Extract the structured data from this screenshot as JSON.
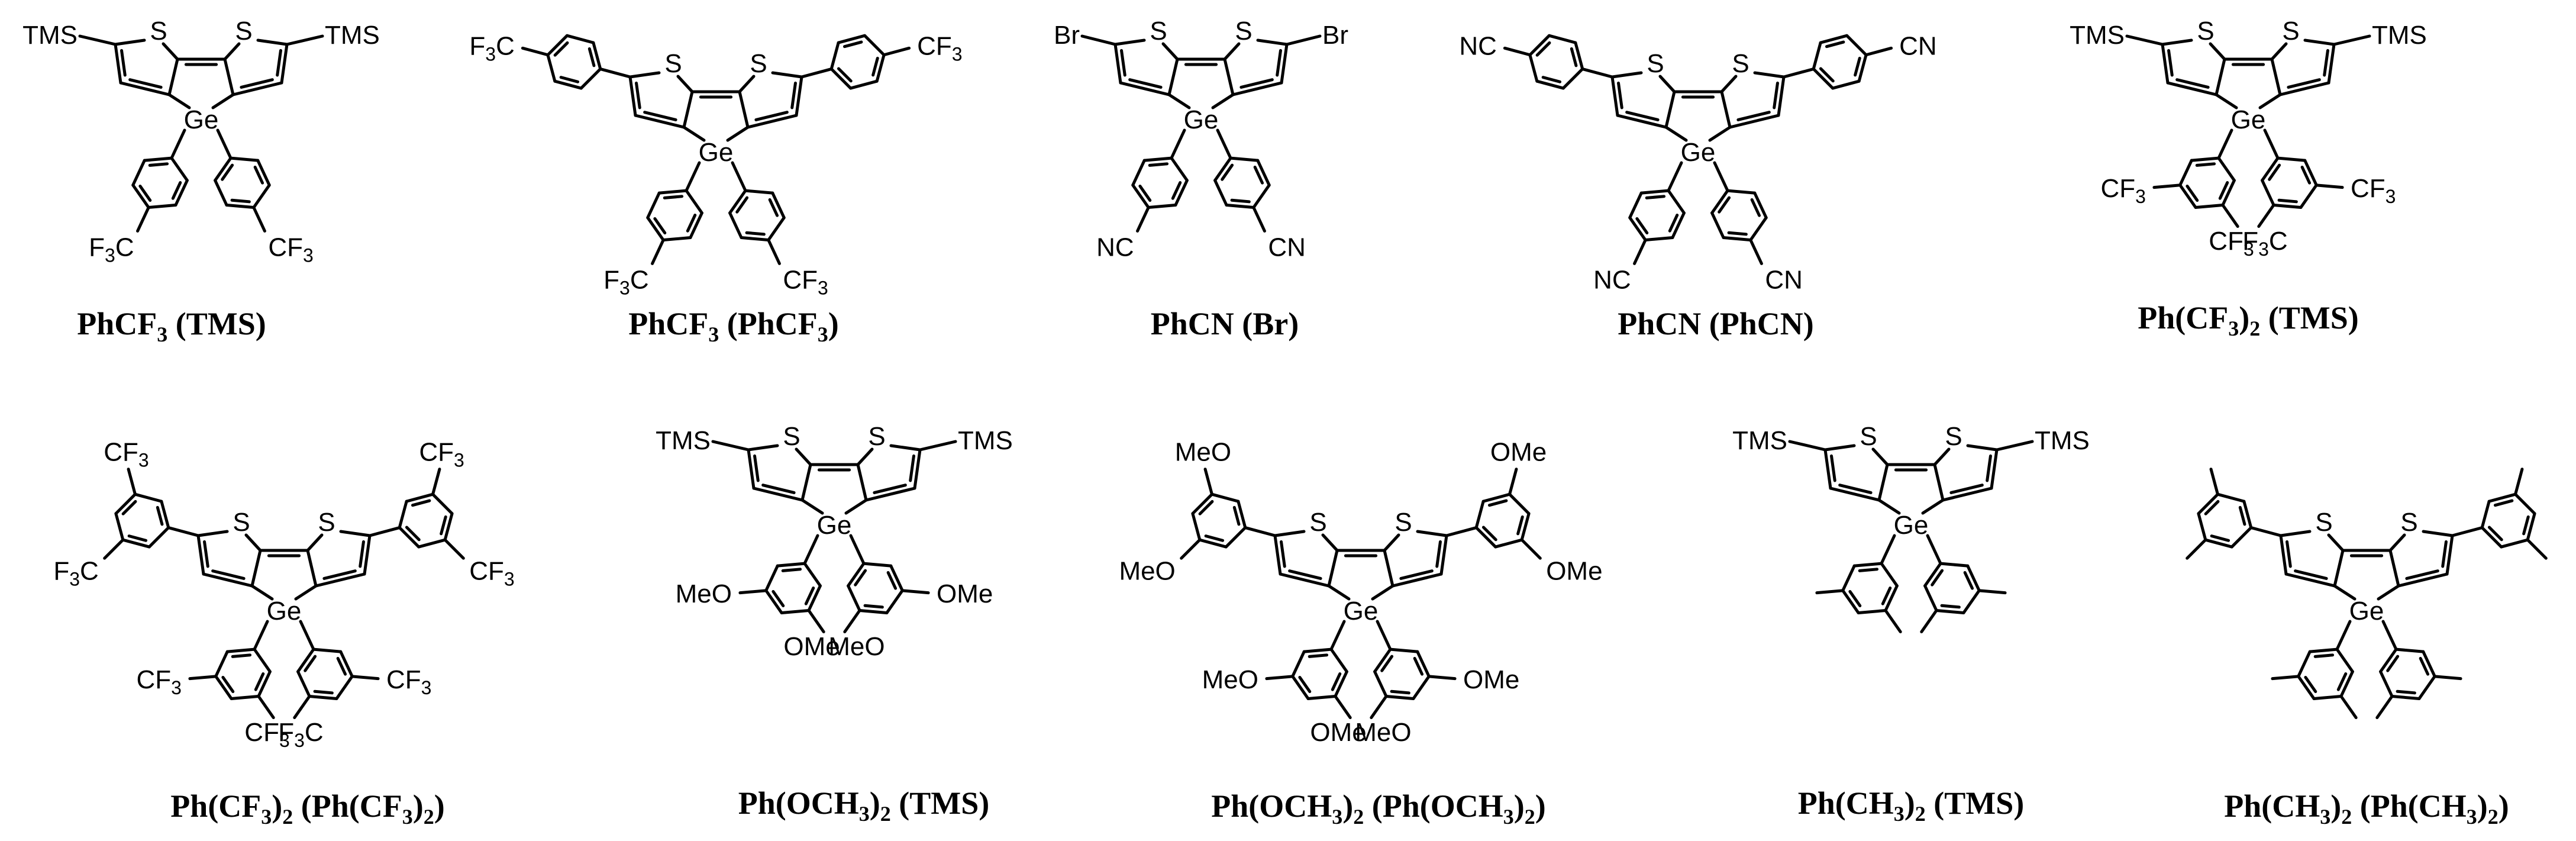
{
  "atoms": {
    "sulfur": "S",
    "germanium": "Ge",
    "tms": "TMS",
    "bromine": "Br",
    "cf3_main": "CF",
    "cf3_sub": "3",
    "f3c_f": "F",
    "f3c_sub": "3",
    "f3c_c": "C",
    "cn": "CN",
    "nc": "NC",
    "ome": "OMe",
    "meo": "MeO"
  },
  "compounds": [
    {
      "id": "c1",
      "caption": [
        {
          "t": "PhCF"
        },
        {
          "t": "3",
          "sub": true
        },
        {
          "t": " (TMS)"
        }
      ]
    },
    {
      "id": "c2",
      "caption": [
        {
          "t": "PhCF"
        },
        {
          "t": "3",
          "sub": true
        },
        {
          "t": " (PhCF"
        },
        {
          "t": "3",
          "sub": true
        },
        {
          "t": ")"
        }
      ]
    },
    {
      "id": "c3",
      "caption": [
        {
          "t": "PhCN (Br)"
        }
      ]
    },
    {
      "id": "c4",
      "caption": [
        {
          "t": "PhCN (PhCN)"
        }
      ]
    },
    {
      "id": "c5",
      "caption": [
        {
          "t": "Ph(CF"
        },
        {
          "t": "3",
          "sub": true
        },
        {
          "t": ")"
        },
        {
          "t": "2",
          "sub": true
        },
        {
          "t": " (TMS)"
        }
      ]
    },
    {
      "id": "c6",
      "caption": [
        {
          "t": "Ph(CF"
        },
        {
          "t": "3",
          "sub": true
        },
        {
          "t": ")"
        },
        {
          "t": "2",
          "sub": true
        },
        {
          "t": " (Ph(CF"
        },
        {
          "t": "3",
          "sub": true
        },
        {
          "t": ")"
        },
        {
          "t": "2",
          "sub": true
        },
        {
          "t": ")"
        }
      ]
    },
    {
      "id": "c7",
      "caption": [
        {
          "t": "Ph(OCH"
        },
        {
          "t": "3",
          "sub": true
        },
        {
          "t": ")"
        },
        {
          "t": "2",
          "sub": true
        },
        {
          "t": " (TMS)"
        }
      ]
    },
    {
      "id": "c8",
      "caption": [
        {
          "t": "Ph(OCH"
        },
        {
          "t": "3",
          "sub": true
        },
        {
          "t": ")"
        },
        {
          "t": "2",
          "sub": true
        },
        {
          "t": " (Ph(OCH"
        },
        {
          "t": "3",
          "sub": true
        },
        {
          "t": ")"
        },
        {
          "t": "2",
          "sub": true
        },
        {
          "t": ")"
        }
      ]
    },
    {
      "id": "c9",
      "caption": [
        {
          "t": "Ph(CH"
        },
        {
          "t": "3",
          "sub": true
        },
        {
          "t": ")"
        },
        {
          "t": "2",
          "sub": true
        },
        {
          "t": " (TMS)"
        }
      ]
    },
    {
      "id": "c10",
      "caption": [
        {
          "t": "Ph(CH"
        },
        {
          "t": "3",
          "sub": true
        },
        {
          "t": ")"
        },
        {
          "t": "2",
          "sub": true
        },
        {
          "t": " (Ph(CH"
        },
        {
          "t": "3",
          "sub": true
        },
        {
          "t": ")"
        },
        {
          "t": "2",
          "sub": true
        },
        {
          "t": ")"
        }
      ]
    }
  ]
}
